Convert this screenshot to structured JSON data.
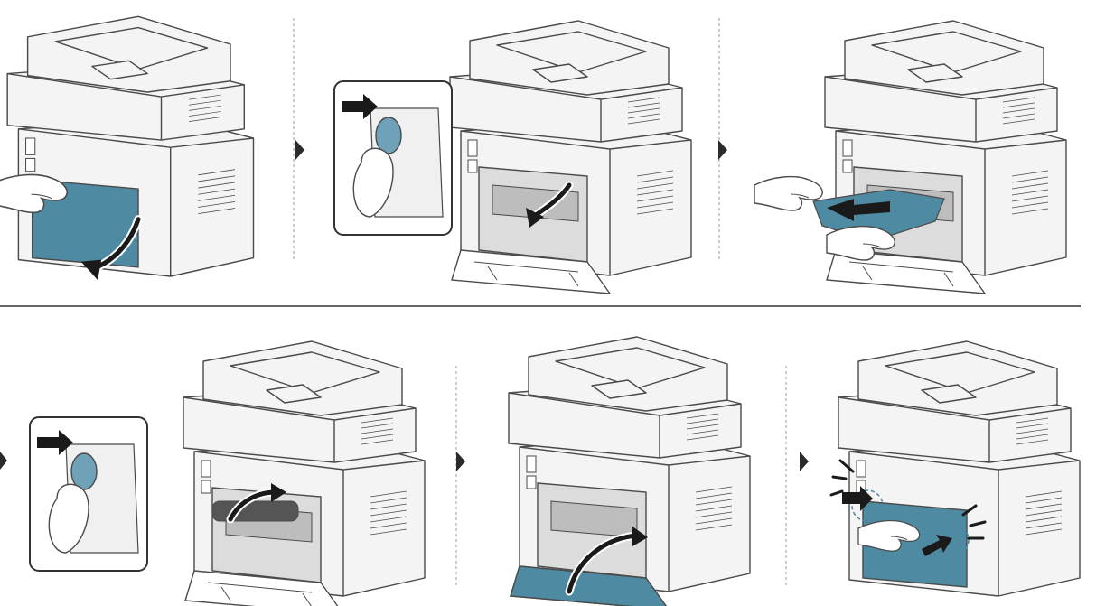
{
  "colors": {
    "outline": "#4a4a4a",
    "body_fill": "#f4f4f4",
    "highlight": "#4f8aa3",
    "highlight_light": "#6fa2b8",
    "separator": "#9a9a9a",
    "arrow": "#1a1a1a",
    "hand_fill": "#ffffff"
  },
  "steps": [
    {
      "step": 1,
      "row": 1,
      "action": "open-rear-cover",
      "icon": "printer-rear-cover-open-icon"
    },
    {
      "step": 2,
      "row": 1,
      "action": "lower-fuser-levers",
      "icon": "fuser-lever-press-icon"
    },
    {
      "step": 3,
      "row": 1,
      "action": "pull-out-jammed-paper",
      "icon": "paper-pull-icon"
    },
    {
      "step": 4,
      "row": 2,
      "action": "raise-fuser-levers",
      "icon": "fuser-lever-raise-icon"
    },
    {
      "step": 5,
      "row": 2,
      "action": "close-rear-cover",
      "icon": "rear-cover-close-icon"
    },
    {
      "step": 6,
      "row": 2,
      "action": "press-cover-click",
      "icon": "cover-click-icon"
    }
  ]
}
